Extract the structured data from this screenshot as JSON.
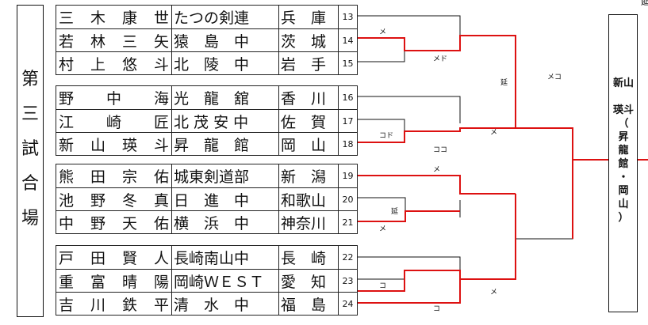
{
  "venue": [
    "第",
    "三",
    "試",
    "合",
    "場"
  ],
  "groups": [
    {
      "entries": [
        {
          "name": [
            "三",
            "木",
            "康",
            "世"
          ],
          "school": "たつの剣連",
          "pref": "兵　庫",
          "num": "13"
        },
        {
          "name": [
            "若",
            "林",
            "三",
            "矢"
          ],
          "school": "猿　島　中",
          "pref": "茨　城",
          "num": "14"
        },
        {
          "name": [
            "村",
            "上",
            "悠",
            "斗"
          ],
          "school": "北　陵　中",
          "pref": "岩　手",
          "num": "15"
        }
      ]
    },
    {
      "entries": [
        {
          "name": [
            "野",
            "",
            "中",
            "",
            "海"
          ],
          "school": "光　龍　舘",
          "pref": "香　川",
          "num": "16"
        },
        {
          "name": [
            "江",
            "",
            "崎",
            "",
            "匠"
          ],
          "school": "北 茂 安 中",
          "pref": "佐　賀",
          "num": "17"
        },
        {
          "name": [
            "新",
            "山",
            "瑛",
            "斗"
          ],
          "school": "昇　龍　館",
          "pref": "岡　山",
          "num": "18"
        }
      ]
    },
    {
      "entries": [
        {
          "name": [
            "熊",
            "田",
            "宗",
            "佑"
          ],
          "school": "城東剣道部",
          "pref": "新　潟",
          "num": "19"
        },
        {
          "name": [
            "池",
            "野",
            "冬",
            "真"
          ],
          "school": "日　進　中",
          "pref": "和歌山",
          "num": "20"
        },
        {
          "name": [
            "中",
            "野",
            "天",
            "佑"
          ],
          "school": "横　浜　中",
          "pref": "神奈川",
          "num": "21"
        }
      ]
    },
    {
      "entries": [
        {
          "name": [
            "戸",
            "田",
            "賢",
            "人"
          ],
          "school": "長崎南山中",
          "pref": "長　崎",
          "num": "22"
        },
        {
          "name": [
            "重",
            "富",
            "晴",
            "陽"
          ],
          "school": "岡崎ＷＥＳＴ",
          "pref": "愛　知",
          "num": "23"
        },
        {
          "name": [
            "吉",
            "川",
            "鉄",
            "平"
          ],
          "school": "清　水　中",
          "pref": "福　島",
          "num": "24"
        }
      ]
    }
  ],
  "results": {
    "r14": "メ",
    "r14_15": "メド",
    "r17": "コド",
    "r17_18": "メ",
    "r18": "ココ",
    "r_sf1": "延",
    "r_sf1_win": "メコ",
    "r19": "メ",
    "r21": "メ",
    "r20_21": "延",
    "r23": "コ",
    "r24": "コ",
    "r23_24": "メ"
  },
  "champion": "新山\n\n瑛斗\n（\n昇\n龍\n館\n・\n岡\n山\n）",
  "corner_fragment": "延",
  "colors": {
    "win_line": "#dd1111",
    "line": "#111111"
  }
}
